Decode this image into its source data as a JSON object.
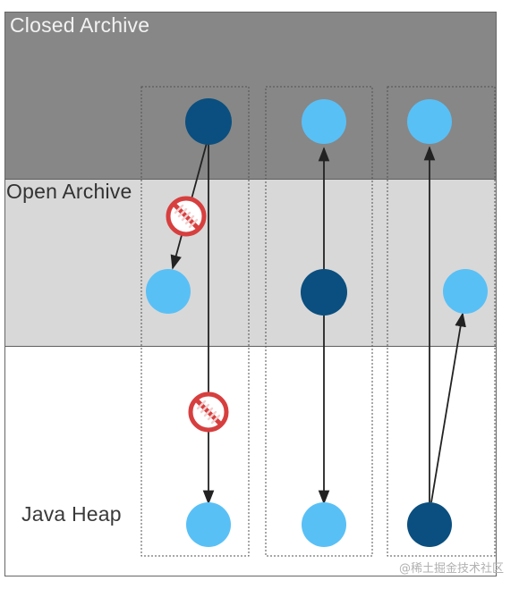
{
  "regions": {
    "closed_archive": "Closed Archive",
    "open_archive": "Open Archive",
    "java_heap": "Java Heap"
  },
  "colors": {
    "closed_band": "#878787",
    "open_band": "#d8d8d8",
    "heap_band": "#ffffff",
    "dark_node": "#0a4f7f",
    "light_node": "#59c0f6",
    "arrow": "#222222",
    "prohibited": "#d73f3f",
    "dotted_box": "#505050"
  },
  "icons": {
    "prohibited": "prohibited-icon"
  },
  "watermark": "@稀土掘金技术社区"
}
